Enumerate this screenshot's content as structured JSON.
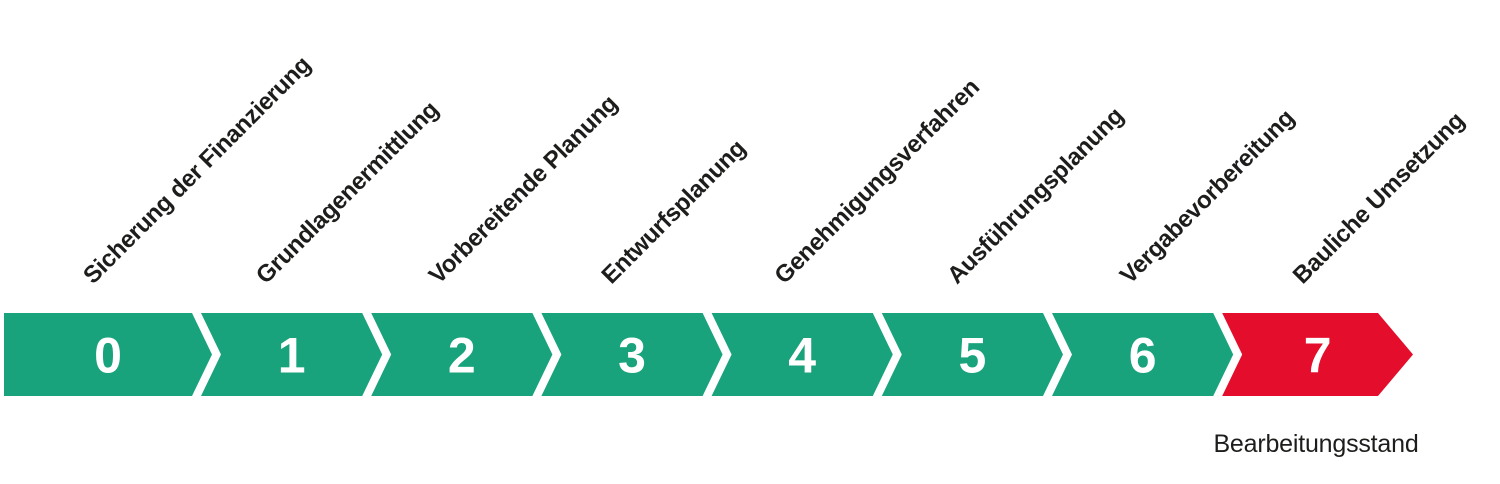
{
  "diagram": {
    "phases": [
      {
        "number": "0",
        "label": "Sicherung der Finanzierung",
        "color": "#18a37c",
        "is_current": false
      },
      {
        "number": "1",
        "label": "Grundlagenermittlung",
        "color": "#18a37c",
        "is_current": false
      },
      {
        "number": "2",
        "label": "Vorbereitende Planung",
        "color": "#18a37c",
        "is_current": false
      },
      {
        "number": "3",
        "label": "Entwurfsplanung",
        "color": "#18a37c",
        "is_current": false
      },
      {
        "number": "4",
        "label": "Genehmigungsverfahren",
        "color": "#18a37c",
        "is_current": false
      },
      {
        "number": "5",
        "label": "Ausführungsplanung",
        "color": "#18a37c",
        "is_current": false
      },
      {
        "number": "6",
        "label": "Vergabevorbereitung",
        "color": "#18a37c",
        "is_current": false
      },
      {
        "number": "7",
        "label": "Bauliche Umsetzung",
        "color": "#e40d2c",
        "is_current": true
      }
    ],
    "status_label": "Bearbeitungsstand",
    "colors": {
      "completed_green": "#18a37c",
      "current_red": "#e40d2c",
      "number_text": "#ffffff",
      "label_text": "#1d1d1b",
      "separator": "#ffffff"
    }
  }
}
